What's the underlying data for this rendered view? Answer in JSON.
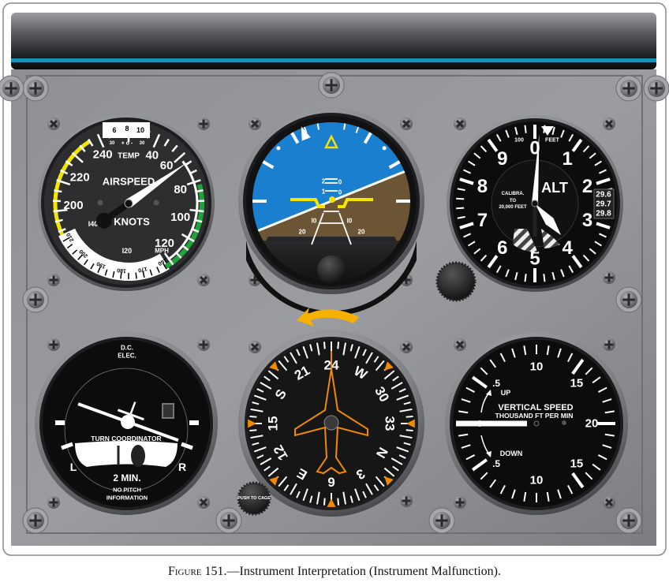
{
  "caption": {
    "label": "Figure 151.",
    "title": "—Instrument Interpretation (Instrument Malfunction)."
  },
  "airspeed": {
    "title": "AIRSPEED",
    "units": "KNOTS",
    "mph": "MPH",
    "temp": "TEMP",
    "temp_scale": [
      "6",
      "8",
      "10"
    ],
    "temp_marks": [
      "30",
      "+ o -",
      "30"
    ],
    "knot_labels": [
      "40",
      "60",
      "80",
      "100",
      "120",
      "200",
      "220",
      "240"
    ],
    "inner_labels": [
      "I40",
      "I20"
    ],
    "outer_band_labels": [
      "160",
      "170",
      "180",
      "190",
      "200",
      "210"
    ],
    "indicated_knots": 65,
    "colors": {
      "green_arc": "#1fa33a",
      "yellow_arc": "#f4e600",
      "white_arc": "#ffffff"
    }
  },
  "attitude": {
    "pitch_labels_up": [
      "2",
      "0",
      "1",
      "0"
    ],
    "pitch_labels_down": [
      "I0",
      "I0",
      "20",
      "20"
    ],
    "colors": {
      "sky": "#1b7fd0",
      "ground": "#6b5534",
      "symbol": "#f5e400"
    }
  },
  "altimeter": {
    "title": "ALT",
    "hundred": "100",
    "feet": "FEET",
    "calibration": [
      "CALIBRA.",
      "TO",
      "20,000 FEET"
    ],
    "digits": [
      "0",
      "1",
      "2",
      "3",
      "4",
      "5",
      "6",
      "7",
      "8",
      "9"
    ],
    "kollsman": [
      "29.6",
      "29.7",
      "29.8"
    ],
    "hundreds_hand": 0.1,
    "thousands_hand": 3.9
  },
  "turn_coordinator": {
    "top": [
      "D.C.",
      "ELEC."
    ],
    "title": "TURN COORDINATOR",
    "left": "L",
    "right": "R",
    "rate": "2 MIN.",
    "note": [
      "NO PITCH",
      "INFORMATION"
    ]
  },
  "heading": {
    "labels": [
      "N",
      "3",
      "6",
      "E",
      "12",
      "15",
      "S",
      "21",
      "24",
      "W",
      "30",
      "33"
    ],
    "indicated_heading": 240,
    "knob": "PUSH TO CAGE",
    "colors": {
      "aircraft": "#f08a00",
      "arrow": "#f5b000"
    }
  },
  "vsi": {
    "title": "VERTICAL SPEED",
    "subtitle": "THOUSAND FT PER MIN",
    "up": "UP",
    "down": "DOWN",
    "labels": [
      ".5",
      "10",
      "15",
      "20",
      "15",
      "10",
      ".5"
    ],
    "indicated": 0
  }
}
